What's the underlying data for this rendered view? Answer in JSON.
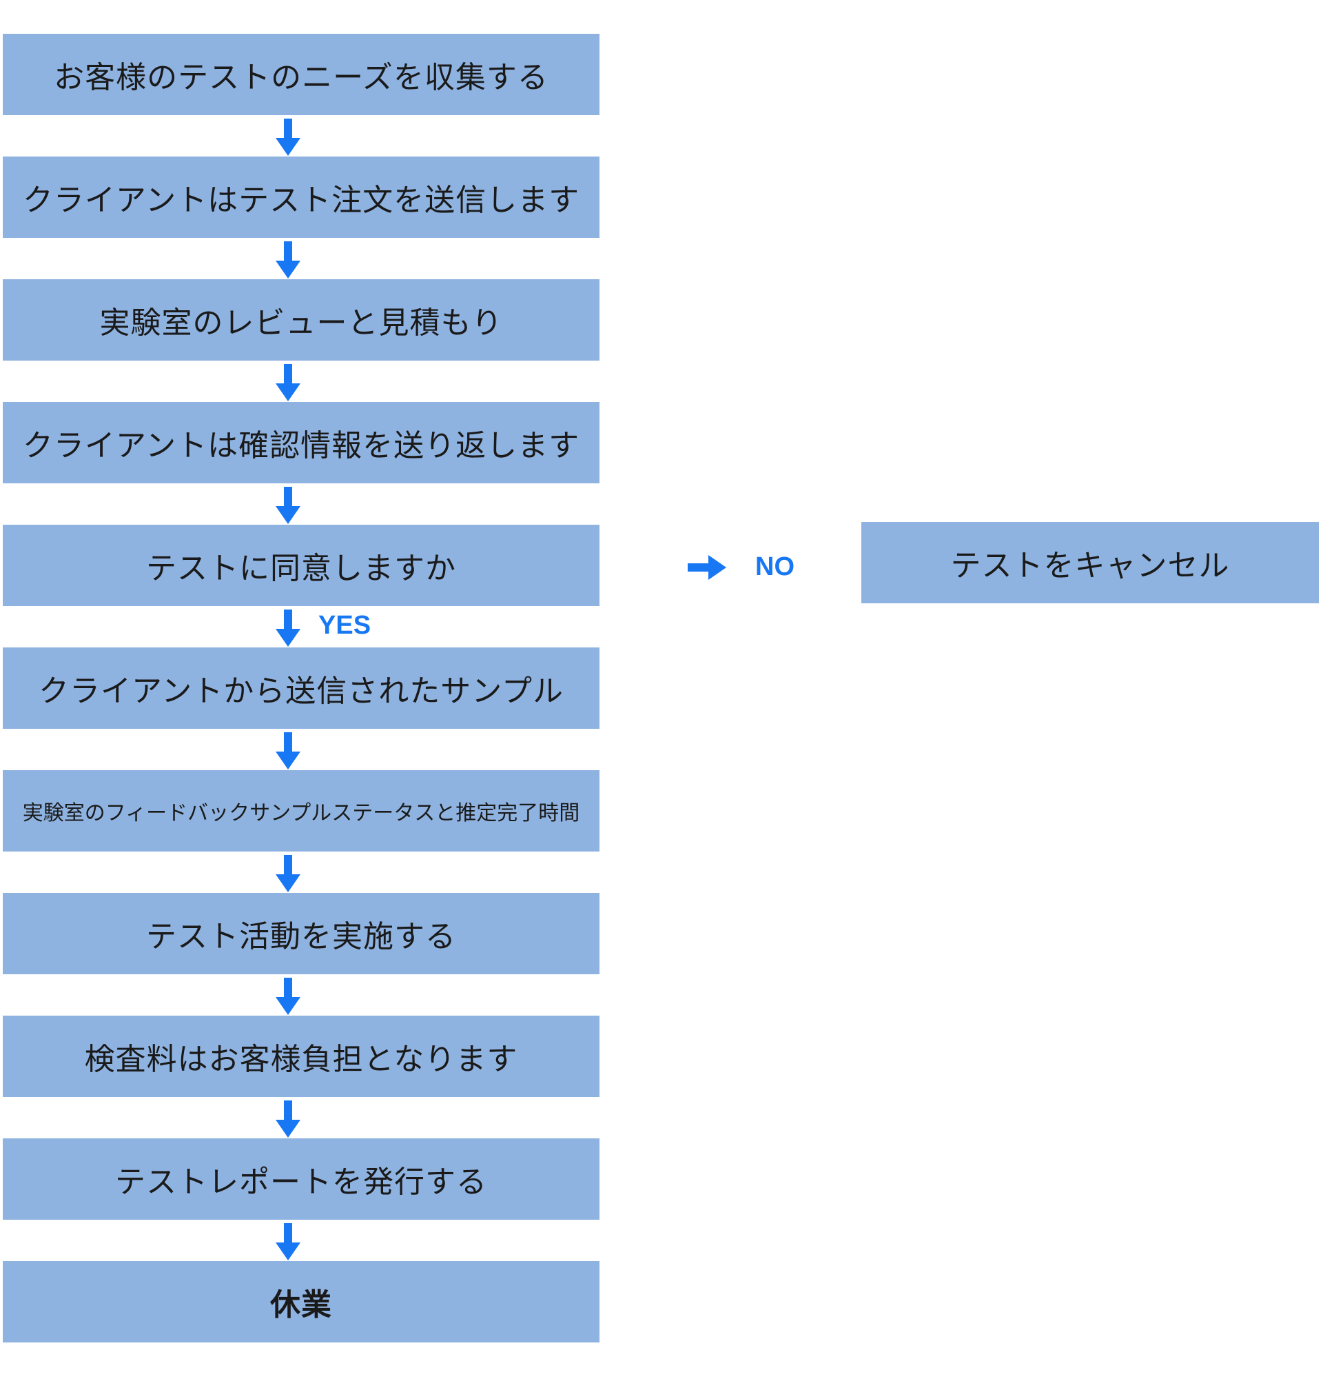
{
  "colors": {
    "box_fill": "#8fb3e1",
    "arrow": "#1877f2",
    "branch_label": "#1877f2",
    "text": "#1a1a1a"
  },
  "steps": [
    {
      "label": "お客様のテストのニーズを収集する"
    },
    {
      "label": "クライアントはテスト注文を送信します"
    },
    {
      "label": "実験室のレビューと見積もり"
    },
    {
      "label": "クライアントは確認情報を送り返します"
    },
    {
      "label": "テストに同意しますか"
    },
    {
      "label": "クライアントから送信されたサンプル"
    },
    {
      "label": "実験室のフィードバックサンプルステータスと推定完了時間"
    },
    {
      "label": "テスト活動を実施する"
    },
    {
      "label": "検査料はお客様負担となります"
    },
    {
      "label": "テストレポートを発行する"
    },
    {
      "label": "休業"
    }
  ],
  "decision": {
    "yes_label": "YES",
    "no_label": "NO",
    "no_target": "テストをキャンセル"
  }
}
